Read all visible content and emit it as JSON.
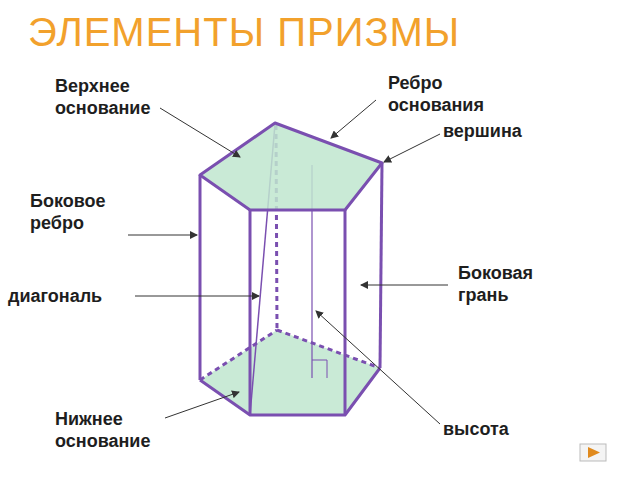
{
  "diagram": {
    "title": "ЭЛЕМЕНТЫ ПРИЗМЫ",
    "labels": [
      "Верхнее основание",
      "Ребро основания",
      "вершина",
      "Боковое ребро",
      "диагональ",
      "Боковая грань",
      "Нижнее основание",
      "высота"
    ]
  }
}
